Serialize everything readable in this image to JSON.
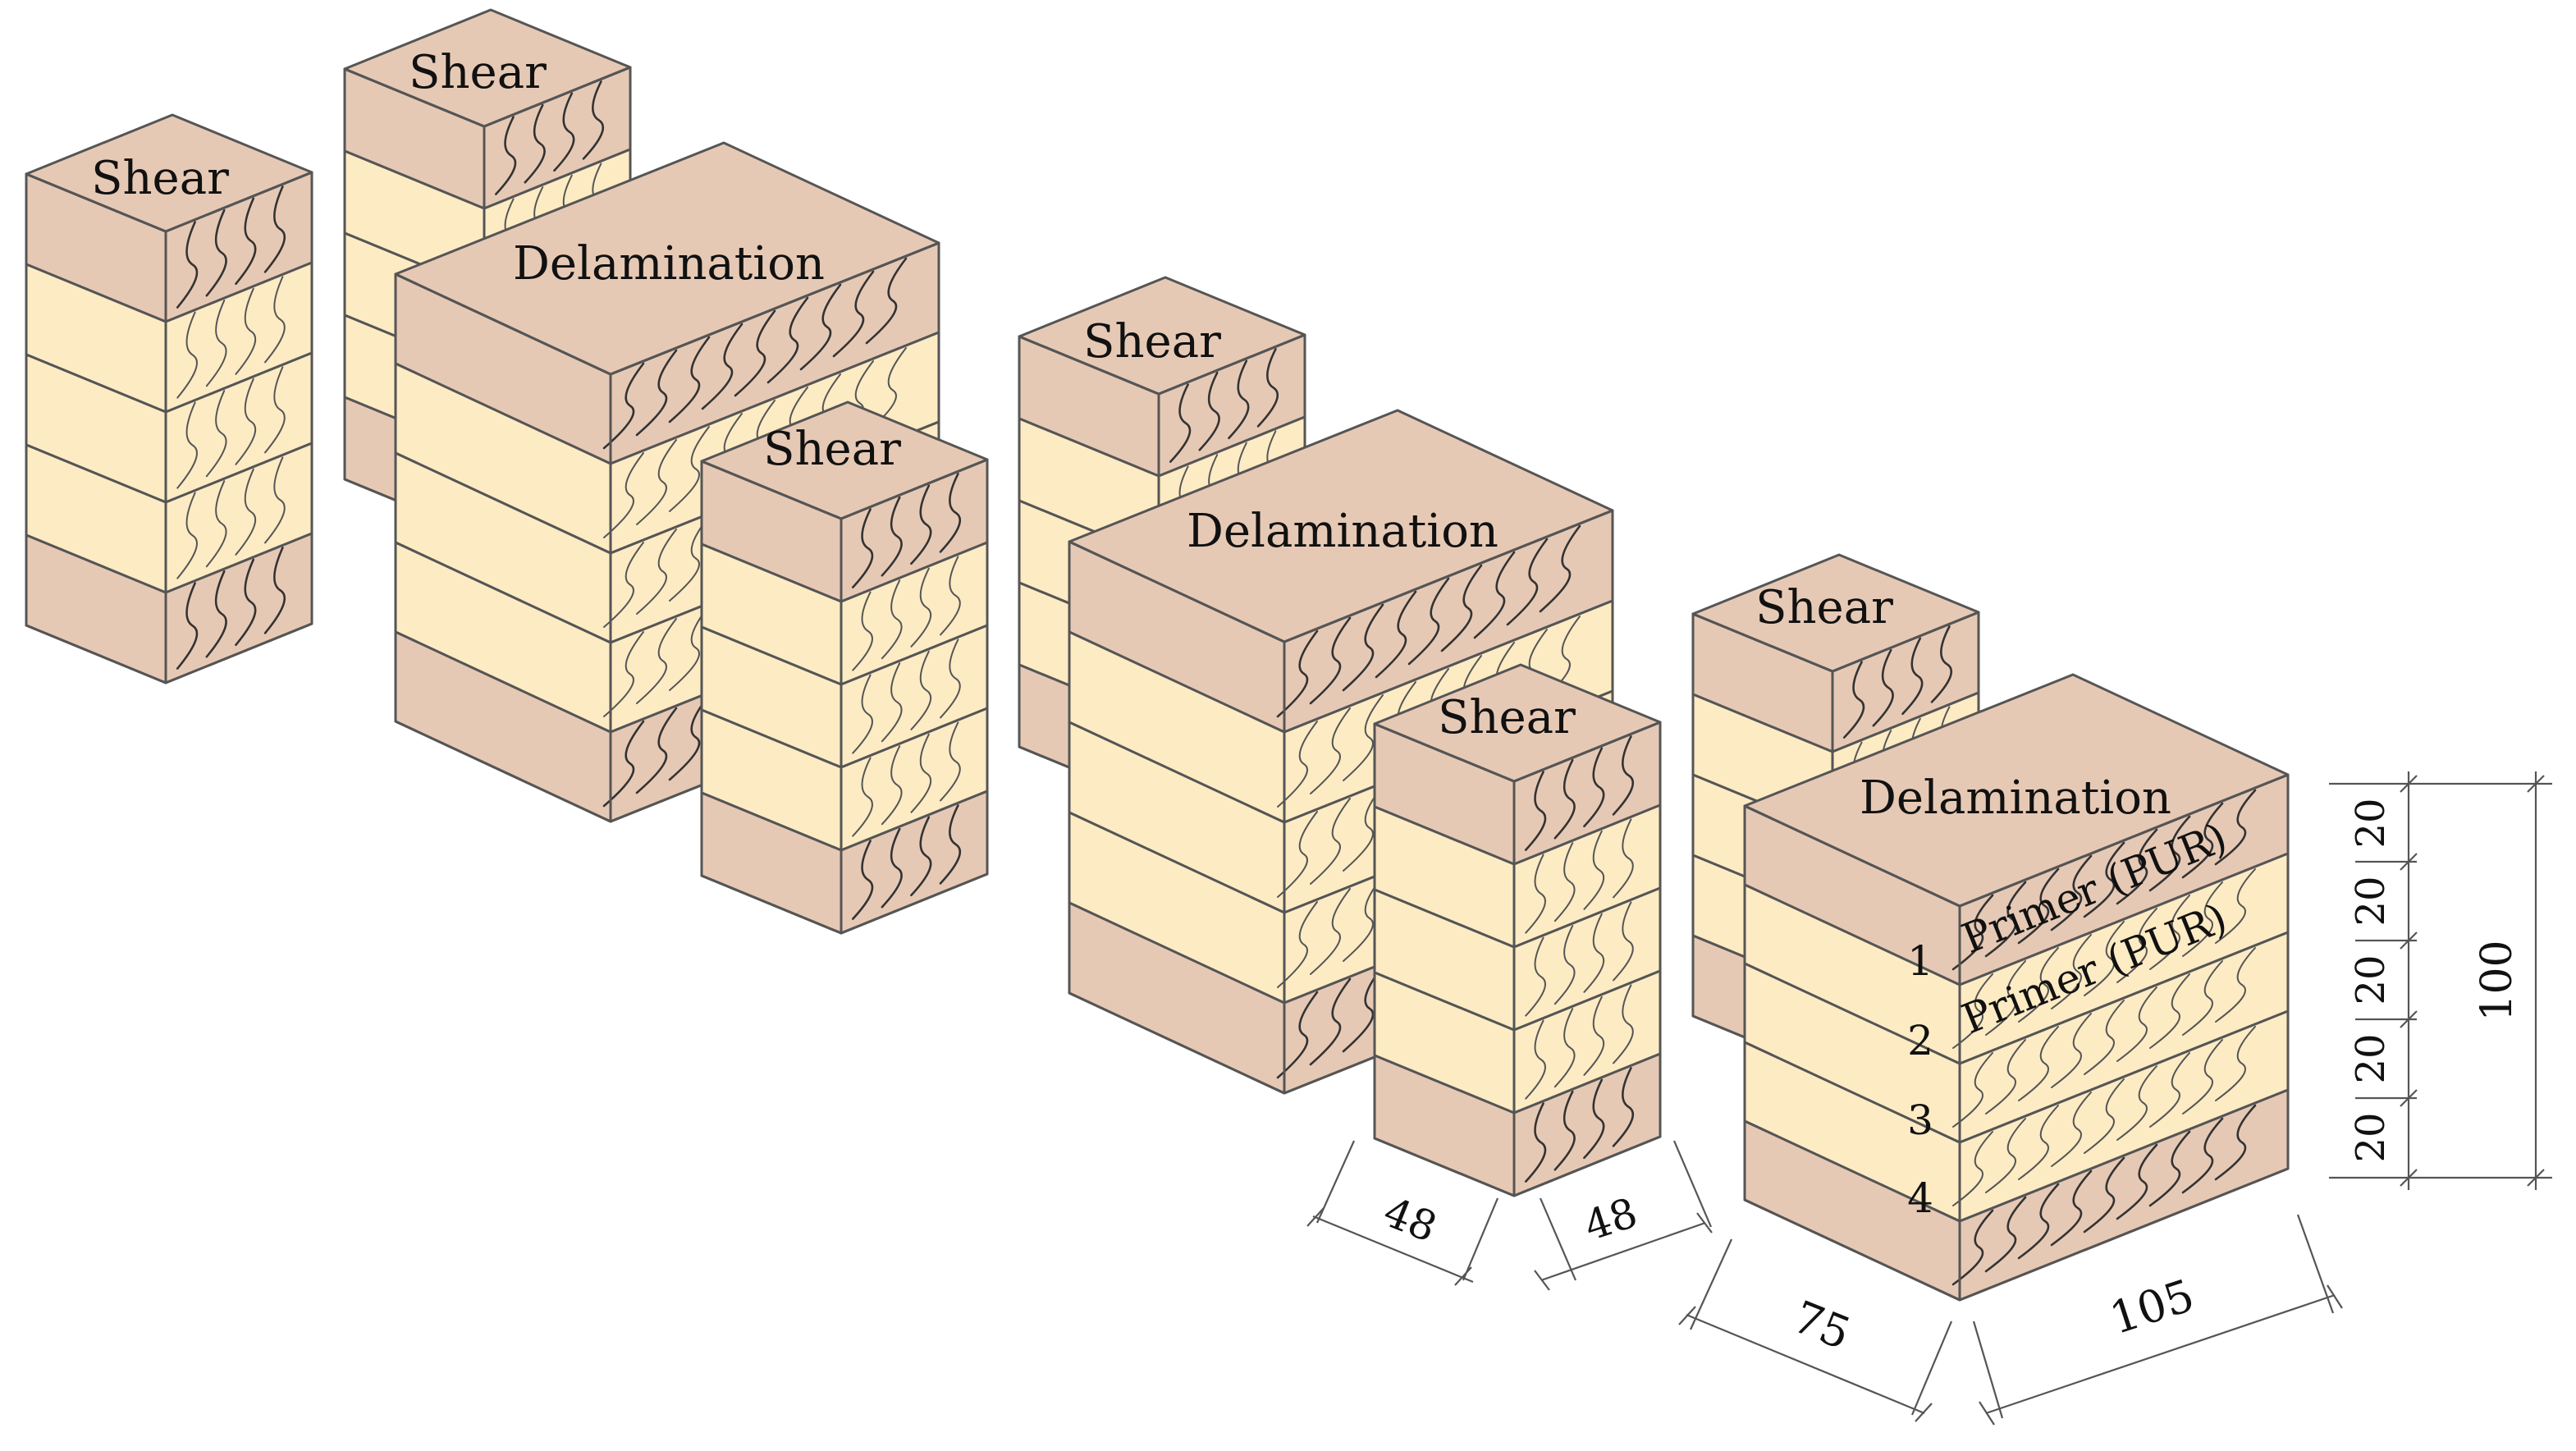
{
  "colors": {
    "top_face": "#e6c9b5",
    "outer_lamella": "#e6c9b5",
    "inner_lamella": "#fdebc4",
    "outline": "#555555",
    "text": "#111111"
  },
  "specimens": [
    {
      "type": "shear",
      "label": "Shear"
    },
    {
      "type": "shear",
      "label": "Shear"
    },
    {
      "type": "delamination",
      "label": "Delamination"
    },
    {
      "type": "shear",
      "label": "Shear"
    },
    {
      "type": "shear",
      "label": "Shear"
    },
    {
      "type": "delamination",
      "label": "Delamination"
    },
    {
      "type": "shear",
      "label": "Shear"
    },
    {
      "type": "shear",
      "label": "Shear"
    },
    {
      "type": "delamination",
      "label": "Delamination"
    }
  ],
  "annotations": {
    "primer_1": "Primer (PUR)",
    "primer_2": "Primer (PUR)",
    "glue_lines": [
      "1",
      "2",
      "3",
      "4"
    ]
  },
  "dimensions": {
    "shear_width": "48",
    "shear_depth": "48",
    "delam_width": "75",
    "delam_depth": "105",
    "layers": [
      "20",
      "20",
      "20",
      "20",
      "20"
    ],
    "total_height": "100"
  }
}
